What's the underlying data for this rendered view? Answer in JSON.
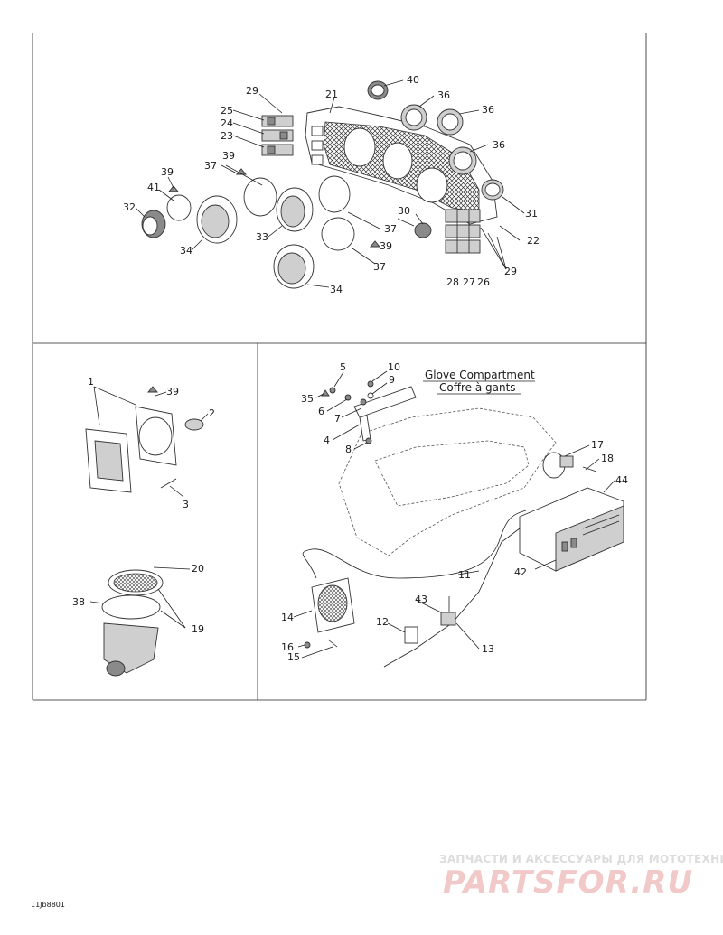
{
  "diagram": {
    "title_en": "Glove Compartment",
    "title_fr": "Coffre à gants",
    "drawing_code": "11Jb8801",
    "watermark_top": "ЗАПЧАСТИ И АКСЕССУАРЫ ДЛЯ МОТОТЕХНИКИ",
    "watermark_logo": "PARTSFOR.RU",
    "callouts": {
      "c1": "1",
      "c2": "2",
      "c3": "3",
      "c4": "4",
      "c5": "5",
      "c6": "6",
      "c7": "7",
      "c8": "8",
      "c9": "9",
      "c10": "10",
      "c11": "11",
      "c12": "12",
      "c13": "13",
      "c14": "14",
      "c15": "15",
      "c16": "16",
      "c17": "17",
      "c18": "18",
      "c19": "19",
      "c20": "20",
      "c21": "21",
      "c22": "22",
      "c23": "23",
      "c24": "24",
      "c25": "25",
      "c26": "26",
      "c27": "27",
      "c28": "28",
      "c29": "29",
      "c30": "30",
      "c31": "31",
      "c32": "32",
      "c33": "33",
      "c34": "34",
      "c35": "35",
      "c36": "36",
      "c37": "37",
      "c38": "38",
      "c39": "39",
      "c40": "40",
      "c41": "41",
      "c42": "42",
      "c43": "43",
      "c44": "44"
    }
  }
}
